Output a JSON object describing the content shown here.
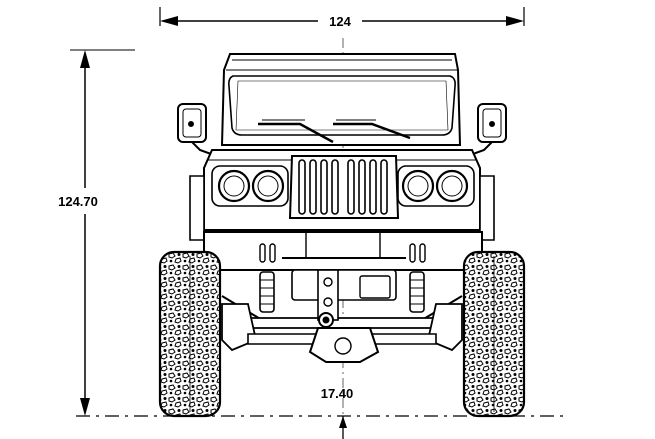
{
  "dimensions": {
    "width_label": "124",
    "height_label": "124.70",
    "clearance_label": "17.40"
  },
  "icons": {
    "arrow": "arrow-head-icon"
  },
  "colors": {
    "line": "#000000",
    "background": "#ffffff"
  }
}
